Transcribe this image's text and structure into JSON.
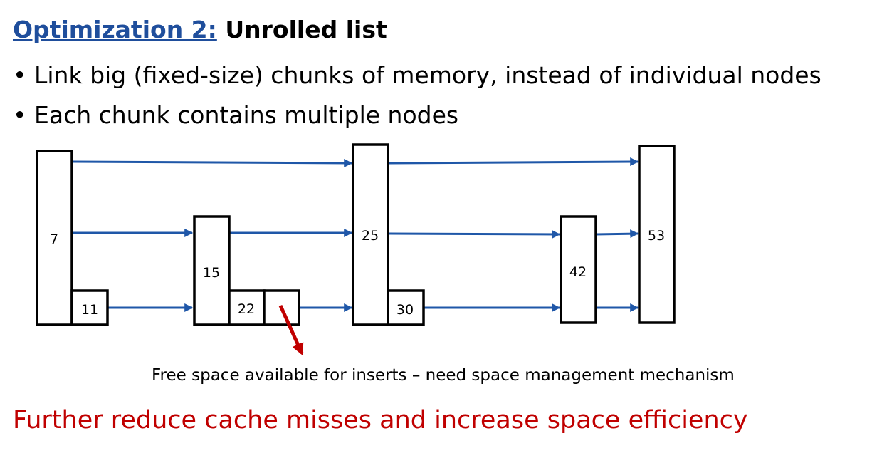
{
  "title": {
    "prefix": "Optimization 2:",
    "main": "Unrolled list"
  },
  "bullets": [
    "Link big (fixed-size) chunks of memory, instead of individual nodes",
    "Each chunk contains multiple nodes"
  ],
  "diagram": {
    "nodes": [
      "7",
      "11",
      "15",
      "22",
      "25",
      "30",
      "42",
      "53"
    ],
    "note": "Free space available for inserts – need space management mechanism"
  },
  "conclusion": "Further reduce cache misses and increase space efficiency",
  "colors": {
    "link_arrow": "#1f57a8",
    "pointer_arrow": "#c00000",
    "heading_accent": "#1f4e9c",
    "conclusion": "#c00000"
  }
}
